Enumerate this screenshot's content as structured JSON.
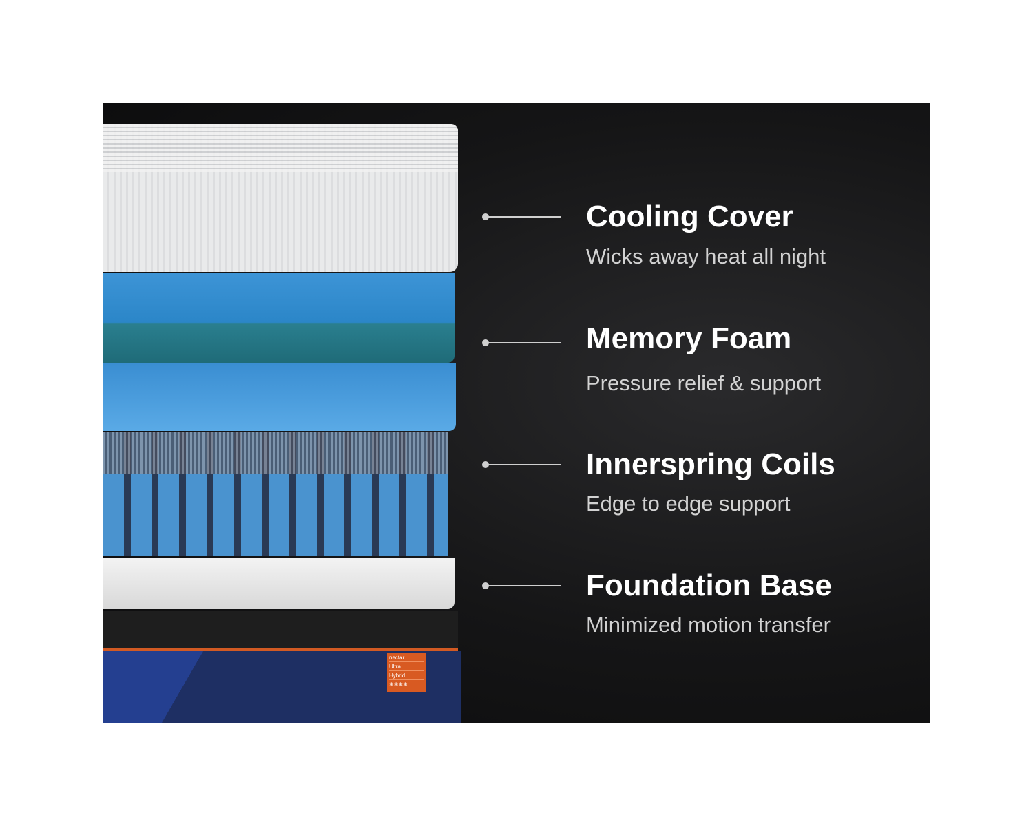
{
  "features": [
    {
      "title": "Cooling Cover",
      "subtitle": "Wicks away heat all night"
    },
    {
      "title": "Memory Foam",
      "subtitle": "Pressure relief & support"
    },
    {
      "title": "Innerspring Coils",
      "subtitle": "Edge to edge support"
    },
    {
      "title": "Foundation Base",
      "subtitle": "Minimized motion transfer"
    }
  ],
  "label": {
    "brand": "nectar",
    "model": "Ultra",
    "type": "Hybrid",
    "icons": "❄❄❄❄"
  },
  "colors": {
    "accent": "#d85a22",
    "foam": "#3d94d6",
    "base": "#1e2f63"
  }
}
